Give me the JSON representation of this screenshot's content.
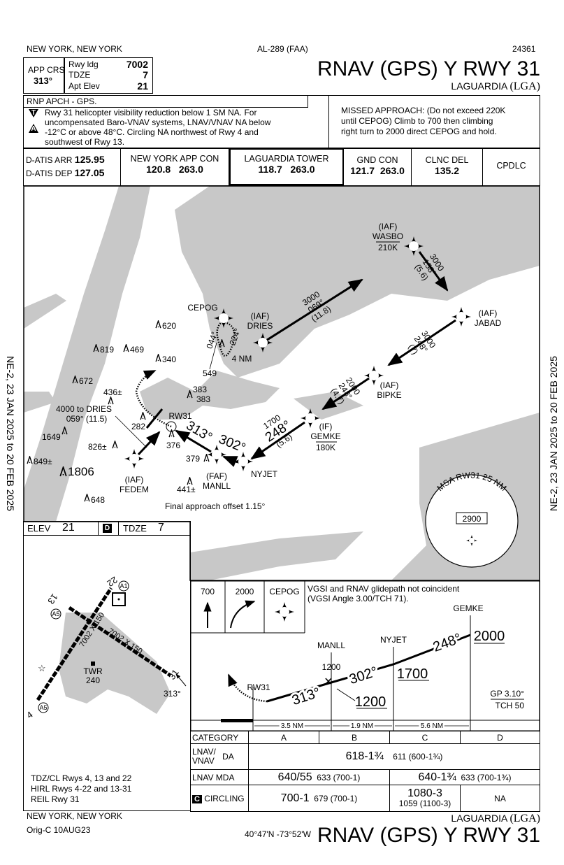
{
  "header": {
    "city": "NEW YORK, NEW YORK",
    "chart_id": "AL-289 (FAA)",
    "chart_number": "24361",
    "app_crs_label": "APP CRS",
    "app_crs_value": "313°",
    "rwy_ldg_label": "Rwy ldg",
    "rwy_ldg_value": "7002",
    "tdze_label": "TDZE",
    "tdze_value": "7",
    "apt_elev_label": "Apt Elev",
    "apt_elev_value": "21",
    "title": "RNAV (GPS) Y RWY 31",
    "airport": "LAGUARDIA",
    "airport_id": "(LGA)"
  },
  "notes": {
    "rnp": "RNP APCH - GPS.",
    "t_symbol": "T",
    "a_symbol": "A",
    "lines": [
      "Rwy 31 helicopter visibility reduction below 1 SM NA. For",
      "uncompensated Baro-VNAV systems, LNAV/VNAV NA below",
      "-12°C or above 48°C. Circling NA northwest of Rwy 4 and",
      "southwest of Rwy 13."
    ],
    "missed_approach": [
      "MISSED APPROACH: (Do not exceed 220K",
      "until CEPOG) Climb to 700 then climbing",
      "right turn to 2000 direct CEPOG and hold."
    ]
  },
  "comms": {
    "atis_arr_label": "D-ATIS ARR",
    "atis_arr": "125.95",
    "atis_dep_label": "D-ATIS DEP",
    "atis_dep": "127.05",
    "app_con_label": "NEW YORK APP CON",
    "app_con": "120.8   263.0",
    "tower_label": "LAGUARDIA TOWER",
    "tower": "118.7   263.0",
    "gnd_label": "GND CON",
    "gnd": "121.7  263.0",
    "clnc_label": "CLNC DEL",
    "clnc": "135.2",
    "cpdlc": "CPDLC"
  },
  "plan": {
    "fixes": {
      "wasbo": {
        "role": "(IAF)",
        "name": "WASBO",
        "speed": "210K"
      },
      "jabad": {
        "role": "(IAF)",
        "name": "JABAD"
      },
      "dries": {
        "role": "(IAF)",
        "name": "DRIES"
      },
      "cepog": {
        "name": "CEPOG"
      },
      "bipke": {
        "role": "(IAF)",
        "name": "BIPKE"
      },
      "gemke": {
        "role": "(IF)",
        "name": "GEMKE",
        "speed": "180K"
      },
      "nyjet": {
        "name": "NYJET"
      },
      "manll": {
        "role": "(FAF)",
        "name": "MANLL"
      },
      "fedem": {
        "role": "(IAF)",
        "name": "FEDEM"
      },
      "rw31": {
        "name": "RW31"
      }
    },
    "legs": {
      "dries_out": {
        "alt": "3000",
        "crs": "069°",
        "dist": "(11.8)"
      },
      "wasbo_jabad": {
        "alt": "3000",
        "crs": "158°",
        "dist": "(5.6)"
      },
      "jabad_bipke": {
        "alt": "3000",
        "crs": "248°",
        "dist": "(7)"
      },
      "bipke_gemke": {
        "alt": "2000",
        "crs": "248°",
        "dist": "(4.7)"
      },
      "gemke_nyjet": {
        "alt": "1700",
        "crs": "248°",
        "dist": "(5.6)"
      },
      "nyjet_manll": {
        "crs": "302°"
      },
      "manll_rw31": {
        "crs": "313°"
      },
      "fedem_note": [
        "4000 to DRIES",
        "059°  (11.5)"
      ]
    },
    "hold": {
      "inbound": "044°",
      "outbound": "224°",
      "leg": "4 NM"
    },
    "obstacles": [
      "620",
      "819",
      "469",
      "340",
      "672",
      "436±",
      "383",
      "383",
      "282",
      "1649",
      "826±",
      "376",
      "379",
      "849±",
      "1806",
      "441±",
      "648",
      "549"
    ],
    "offset_note": "Final approach offset 1.15°",
    "msa": {
      "label": "MSA RW31 25 NM",
      "altitude": "2900"
    }
  },
  "airport_diagram": {
    "elev_label": "ELEV",
    "elev": "21",
    "d_symbol": "D",
    "tdze_label": "TDZE",
    "tdze": "7",
    "rwy_4_22": "7002 X 150",
    "rwy_13_31": "7002 X 150",
    "rwy_labels": [
      "22",
      "13",
      "31",
      "4"
    ],
    "twr": "TWR",
    "twr_elev": "240",
    "hot_spots": [
      "A1",
      "A5",
      "A5"
    ],
    "final_crs": "313°",
    "lighting": [
      "TDZ/CL Rwys 4, 13 and 22",
      "HIRL Rwys 4-22 and 13-31",
      "REIL Rwy 31"
    ]
  },
  "profile": {
    "ma_icons": [
      "700",
      "2000",
      "CEPOG"
    ],
    "vgsi_note": [
      "VGSI and RNAV glidepath not coincident",
      "(VGSI Angle 3.00/TCH 71)."
    ],
    "fixes": [
      "GEMKE",
      "NYJET",
      "MANLL",
      "RW31"
    ],
    "altitudes": {
      "gemke": "2000",
      "nyjet": "1700",
      "manll_top": "1200",
      "manll_min": "1200"
    },
    "courses": [
      "248°",
      "302°",
      "313°"
    ],
    "gp": "GP 3.10°",
    "tch": "TCH 50",
    "distances": [
      "3.5 NM",
      "1.9 NM",
      "5.6 NM"
    ]
  },
  "minimums": {
    "header": [
      "CATEGORY",
      "A",
      "B",
      "C",
      "D"
    ],
    "lnav_vnav_label": [
      "LNAV/",
      "VNAV"
    ],
    "da_label": "DA",
    "lnav_vnav": "618-1¾",
    "lnav_vnav_haa": "611 (600-1¾)",
    "lnav_label": "LNAV MDA",
    "lnav_ab": "640/55",
    "lnav_ab_haa": "633 (700-1)",
    "lnav_cd": "640-1¾",
    "lnav_cd_haa": "633 (700-1¾)",
    "circling_symbol": "C",
    "circling_label": "CIRCLING",
    "circ_ab": "700-1",
    "circ_ab_haa": "679 (700-1)",
    "circ_c": "1080-3",
    "circ_c_haa": "1059 (1100-3)",
    "circ_d": "NA"
  },
  "footer": {
    "city": "NEW YORK, NEW YORK",
    "amendment": "Orig-C  10AUG23",
    "coords": "40°47'N -73°52'W",
    "airport": "LAGUARDIA",
    "airport_id": "(LGA)",
    "title": "RNAV (GPS) Y RWY 31"
  },
  "side_text": "NE-2,  23 JAN 2025  to  20 FEB 2025"
}
